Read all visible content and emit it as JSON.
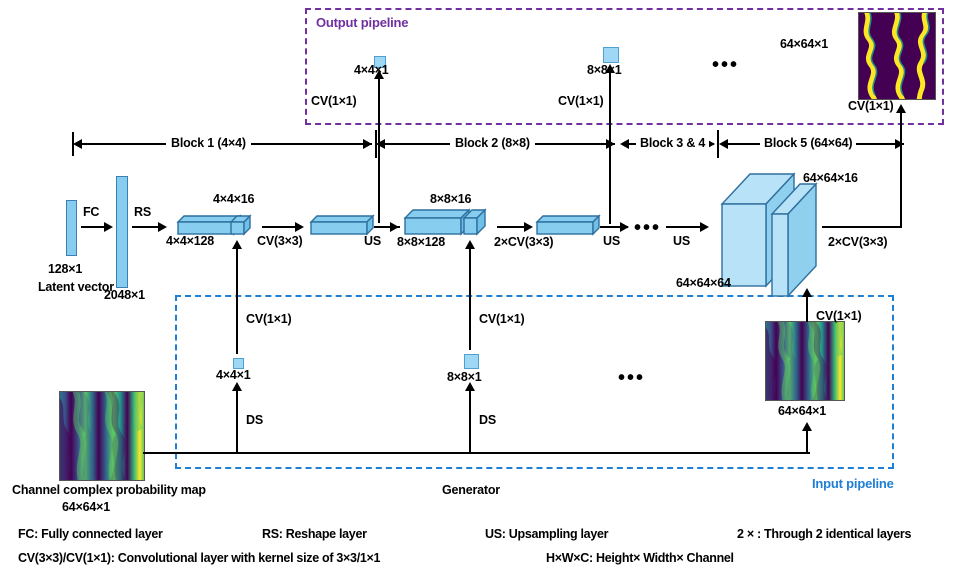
{
  "diagram": {
    "title": "Generator network architecture",
    "colors": {
      "output_pipeline": "#7030a0",
      "input_pipeline": "#1f7fd4",
      "block_fill": "#87cdf0",
      "block_stroke": "#3a7fb5",
      "line": "#000000"
    }
  },
  "pipelines": {
    "output_label": "Output pipeline",
    "input_label": "Input pipeline"
  },
  "blocks_scale": [
    {
      "label": "Block 1 (4×4)"
    },
    {
      "label": "Block 2 (8×8)"
    },
    {
      "label": "Block 3 & 4"
    },
    {
      "label": "Block 5 (64×64)"
    }
  ],
  "generator": {
    "caption": "Generator",
    "latent": {
      "dims": "128×1",
      "caption": "Latent vector"
    },
    "fc_label": "FC",
    "dense": {
      "dims": "2048×1"
    },
    "rs_label": "RS",
    "stage1": {
      "main_dims": "4×4×128",
      "side_dims": "4×4×16",
      "op": "CV(3×3)"
    },
    "us1_label": "US",
    "stage2": {
      "main_dims": "8×8×128",
      "side_dims": "8×8×16",
      "op": "2×CV(3×3)"
    },
    "us2_label": "US",
    "us3_label": "US",
    "ellipsis_mid": "•••",
    "stage5": {
      "main_dims": "64×64×64",
      "side_dims": "64×64×16",
      "op": "2×CV(3×3)"
    }
  },
  "output_pipeline_nodes": [
    {
      "op": "CV(1×1)",
      "dims": "4×4×1"
    },
    {
      "op": "CV(1×1)",
      "dims": "8×8×1"
    },
    {
      "op": "CV(1×1)",
      "dims": "64×64×1"
    }
  ],
  "output_ellipsis": "•••",
  "input_pipeline_nodes": [
    {
      "op_top": "CV(1×1)",
      "dims": "4×4×1",
      "op_bottom": "DS"
    },
    {
      "op_top": "CV(1×1)",
      "dims": "8×8×1",
      "op_bottom": "DS"
    },
    {
      "op_top": "CV(1×1)",
      "dims": "64×64×1"
    }
  ],
  "input_ellipsis": "•••",
  "source_map": {
    "caption_line1": "Channel complex probability map",
    "caption_line2": "64×64×1"
  },
  "legend": [
    {
      "text": "FC: Fully connected layer"
    },
    {
      "text": "RS: Reshape layer"
    },
    {
      "text": "US: Upsampling layer"
    },
    {
      "text": "2 × : Through 2 identical layers"
    },
    {
      "text": "CV(3×3)/CV(1×1): Convolutional layer with kernel size of 3×3/1×1"
    },
    {
      "text": "H×W×C: Height× Width× Channel"
    }
  ]
}
